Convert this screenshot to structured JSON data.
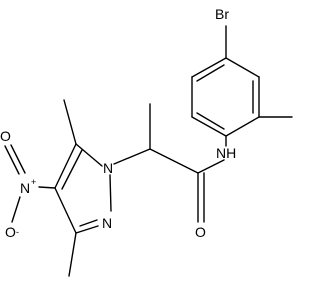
{
  "molecule": {
    "atoms": {
      "br": "Br",
      "nh": "NH",
      "o_amide": "O",
      "n1": "N",
      "n2": "N",
      "n_nitro": "N",
      "o_nitro_top": "O",
      "o_nitro_bottom": "O"
    },
    "charges": {
      "n_nitro": "+",
      "o_nitro_bottom": "-"
    }
  }
}
